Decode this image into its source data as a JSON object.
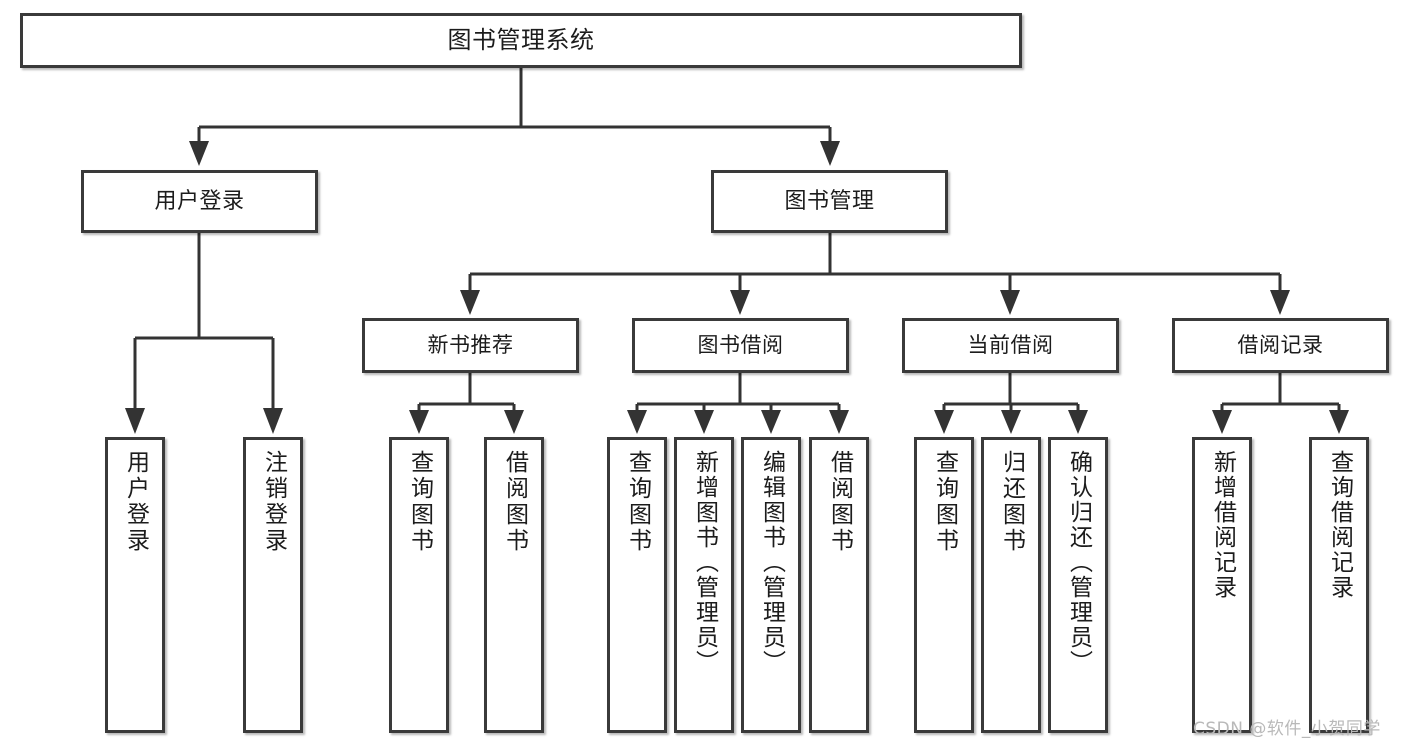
{
  "diagram": {
    "title": "图书管理系统",
    "type": "tree-hierarchy-chart",
    "root": {
      "label": "图书管理系统"
    },
    "level2": [
      {
        "label": "用户登录"
      },
      {
        "label": "图书管理"
      }
    ],
    "level3": [
      {
        "label": "新书推荐"
      },
      {
        "label": "图书借阅"
      },
      {
        "label": "当前借阅"
      },
      {
        "label": "借阅记录"
      }
    ],
    "leaves": {
      "user_login": [
        {
          "label": "用户登录"
        },
        {
          "label": "注销登录"
        }
      ],
      "new_book_recommend": [
        {
          "label": "查询图书"
        },
        {
          "label": "借阅图书"
        }
      ],
      "book_borrow": [
        {
          "label": "查询图书"
        },
        {
          "label": "新增图书（管理员）"
        },
        {
          "label": "编辑图书（管理员）"
        },
        {
          "label": "借阅图书"
        }
      ],
      "current_borrow": [
        {
          "label": "查询图书"
        },
        {
          "label": "归还图书"
        },
        {
          "label": "确认归还（管理员）"
        }
      ],
      "borrow_record": [
        {
          "label": "新增借阅记录"
        },
        {
          "label": "查询借阅记录"
        }
      ]
    }
  },
  "watermark": {
    "text": "CSDN @软件_小贺同学"
  },
  "colors": {
    "box_border": "#3a3a3a",
    "connector": "#333333",
    "text": "#1c1c1c",
    "background": "#ffffff",
    "watermark": "#b9b9b9"
  }
}
